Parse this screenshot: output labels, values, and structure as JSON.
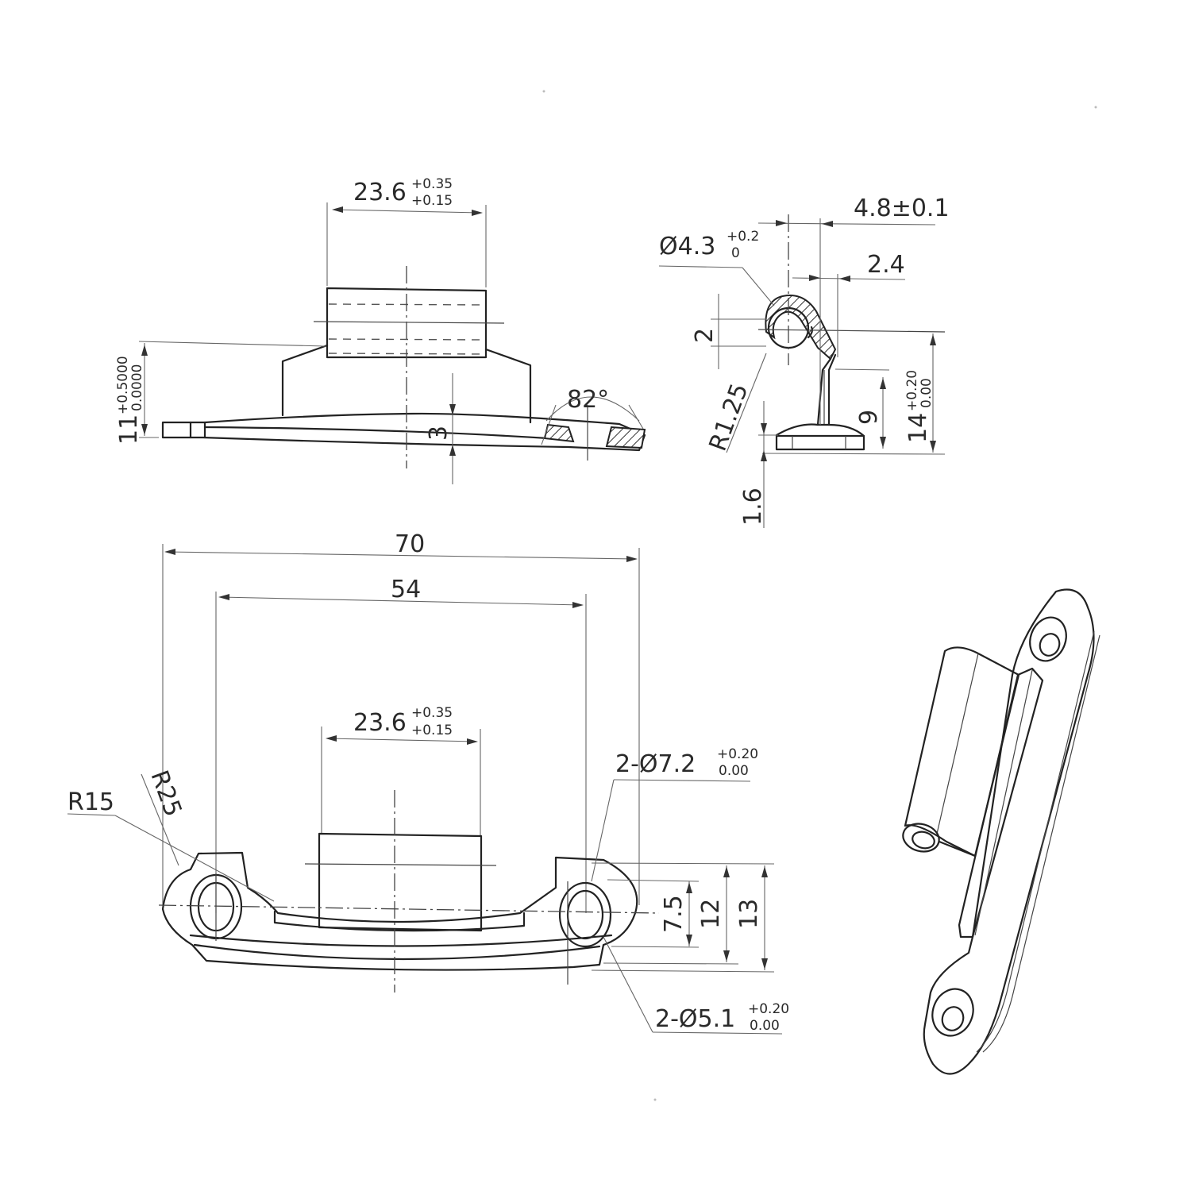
{
  "drawing": {
    "front_view": {
      "width_dim": {
        "value": "23.6",
        "tol_upper": "+0.35",
        "tol_lower": "+0.15"
      },
      "height_dim": {
        "value": "11",
        "tol_upper": "+0.5000",
        "tol_lower": "0.0000"
      },
      "thickness_dim": {
        "value": "3"
      },
      "angle_dim": {
        "value": "82°"
      }
    },
    "side_view": {
      "overall_width": {
        "value": "4.8±0.1"
      },
      "hole_dia": {
        "value": "Ø4.3",
        "tol_upper": "+0.2",
        "tol_lower": "0"
      },
      "offset": {
        "value": "2.4"
      },
      "hole_offset": {
        "value": "2"
      },
      "radius": {
        "value": "R1.25"
      },
      "stem_height": {
        "value": "9"
      },
      "overall_height": {
        "value": "14",
        "tol_upper": "+0.20",
        "tol_lower": "0.00"
      },
      "base_thickness": {
        "value": "1.6"
      }
    },
    "top_view": {
      "overall_length": {
        "value": "70"
      },
      "hole_spacing": {
        "value": "54"
      },
      "knuckle_width": {
        "value": "23.6",
        "tol_upper": "+0.35",
        "tol_lower": "+0.15"
      },
      "outer_radius": {
        "value": "R25"
      },
      "inner_radius": {
        "value": "R15"
      },
      "counterbore": {
        "value": "2-Ø7.2",
        "tol_upper": "+0.20",
        "tol_lower": "0.00"
      },
      "through_hole": {
        "value": "2-Ø5.1",
        "tol_upper": "+0.20",
        "tol_lower": "0.00"
      },
      "hole_center_dim": {
        "value": "7.5"
      },
      "width_dim": {
        "value": "12"
      },
      "overall_width_dim": {
        "value": "13"
      }
    }
  }
}
